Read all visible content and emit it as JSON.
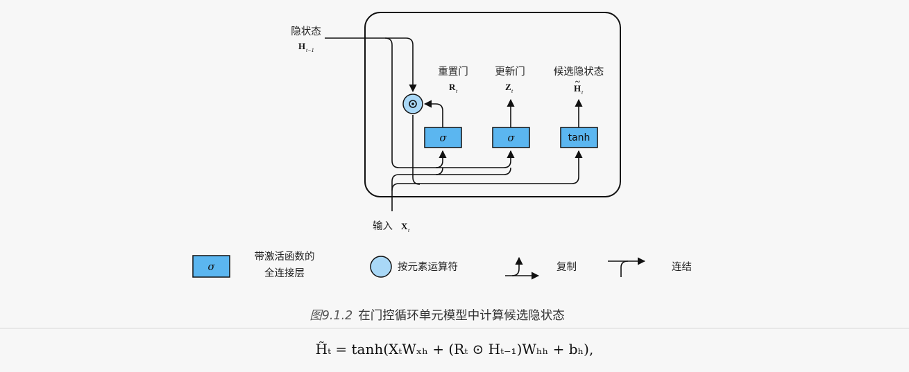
{
  "labels": {
    "hidden_state": "隐状态",
    "reset_gate": "重置门",
    "update_gate": "更新门",
    "candidate": "候选隐状态",
    "input": "输入",
    "box1": "σ",
    "box2": "σ",
    "box3": "tanh"
  },
  "symbols": {
    "h_prev_main": "H",
    "h_prev_sub": "t−1",
    "r_main": "R",
    "r_sub": "t",
    "z_main": "Z",
    "z_sub": "t",
    "h_cand_main": "H",
    "h_cand_sub": "t",
    "x_main": "X",
    "x_sub": "t"
  },
  "legend": {
    "fc_symbol": "σ",
    "fc_line1": "带激活函数的",
    "fc_line2": "全连接层",
    "elementwise": "按元素运算符",
    "copy": "复制",
    "concat": "连结"
  },
  "caption": {
    "number": "图9.1.2",
    "text": "在门控循环单元模型中计算候选隐状态"
  },
  "formula": "H̃ₜ = tanh(XₜWₓₕ + (Rₜ ⊙ Hₜ₋₁)Wₕₕ + bₕ),",
  "colors": {
    "box_fill": "#5bb6f0",
    "circle_fill": "#a9d8f7",
    "line": "#111111"
  }
}
